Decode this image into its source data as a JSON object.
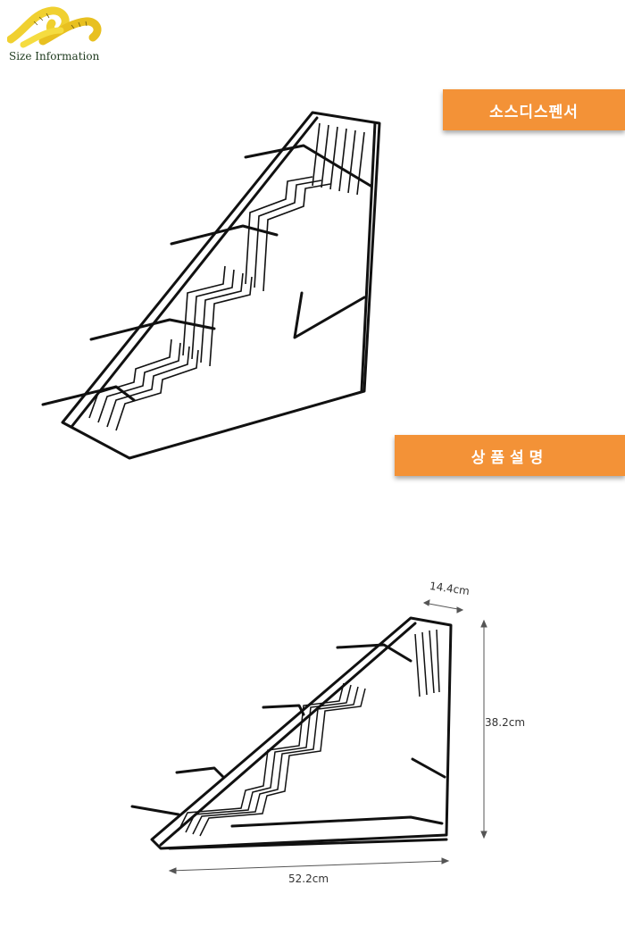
{
  "logo": {
    "caption": "Size Information",
    "icon": "measuring-tape-icon"
  },
  "banners": {
    "product_name": "소스디스펜서",
    "description": "상품설명"
  },
  "dimensions": {
    "depth": "14.4cm",
    "height": "38.2cm",
    "width": "52.2cm"
  },
  "colors": {
    "banner": "#f39237",
    "wire": "#111111"
  }
}
